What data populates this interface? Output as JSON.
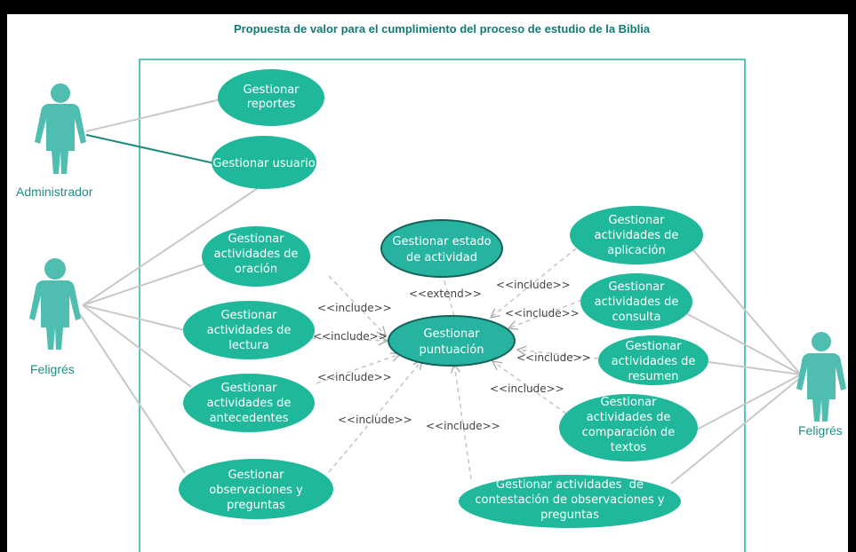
{
  "title": "Propuesta de valor para el cumplimiento del proceso de estudio de la Biblia",
  "actors": {
    "administrador": "Administrador",
    "feligres_left": "Feligrés",
    "feligres_right": "Feligrés"
  },
  "use_cases": {
    "reportes": [
      "Gestionar",
      "reportes"
    ],
    "usuario": [
      "Gestionar usuario"
    ],
    "oracion": [
      "Gestionar",
      "actividades de",
      "oración"
    ],
    "lectura": [
      "Gestionar",
      "actividades de",
      "lectura"
    ],
    "antecedentes": [
      "Gestionar",
      "actividades de",
      "antecedentes"
    ],
    "observaciones": [
      "Gestionar",
      "observaciones y",
      "preguntas"
    ],
    "estado": [
      "Gestionar estado",
      "de actividad"
    ],
    "puntuacion": [
      "Gestionar",
      "puntuación"
    ],
    "aplicacion": [
      "Gestionar",
      "actividades de",
      "aplicación"
    ],
    "consulta": [
      "Gestionar",
      "actividades de",
      "consulta"
    ],
    "resumen": [
      "Gestionar",
      "actividades de",
      "resumen"
    ],
    "comparacion": [
      "Gestionar",
      "actividades de",
      "comparación de",
      "textos"
    ],
    "contestacion": [
      "Gestionar actividades  de",
      "contestación de observaciones y",
      "preguntas"
    ]
  },
  "relations": {
    "include": "<<include>>",
    "extend": "<<extend>>"
  },
  "colors": {
    "use_case_fill": "#1fb89b",
    "use_case_selected_fill": "#26b3a0",
    "use_case_selected_stroke": "#14635a",
    "actor": "#4fbdb0",
    "boundary": "#5cc4b4",
    "title": "#127a74",
    "connector": "#c8c8c8",
    "admin_user_line": "#1d8a7a"
  }
}
